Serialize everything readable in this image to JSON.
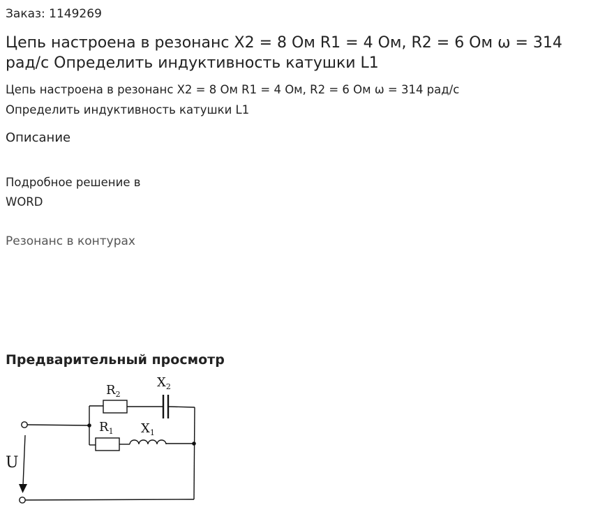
{
  "order": {
    "text": "Заказ: 1149269"
  },
  "product": {
    "title": "Цепь настроена в резонанс X2 = 8 Ом R1 = 4 Ом, R2 = 6 Ом ω = 314 рад/с Определить индуктивность катушки L1",
    "description_line1": "Цепь настроена в резонанс X2 = 8 Ом R1 = 4 Ом, R2 = 6 Ом ω = 314 рад/с",
    "description_line2": "Определить индуктивность катушки L1"
  },
  "description": {
    "heading": "Описание",
    "solution_line1": "Подробное решение в",
    "solution_line2": "WORD"
  },
  "category": {
    "link_label": "Резонанс в контурах"
  },
  "preview": {
    "heading": "Предварительный просмотр",
    "labels": {
      "r2": "R",
      "r2_sub": "2",
      "x2": "X",
      "x2_sub": "2",
      "r1": "R",
      "r1_sub": "1",
      "x1": "X",
      "x1_sub": "1",
      "u": "U"
    }
  }
}
